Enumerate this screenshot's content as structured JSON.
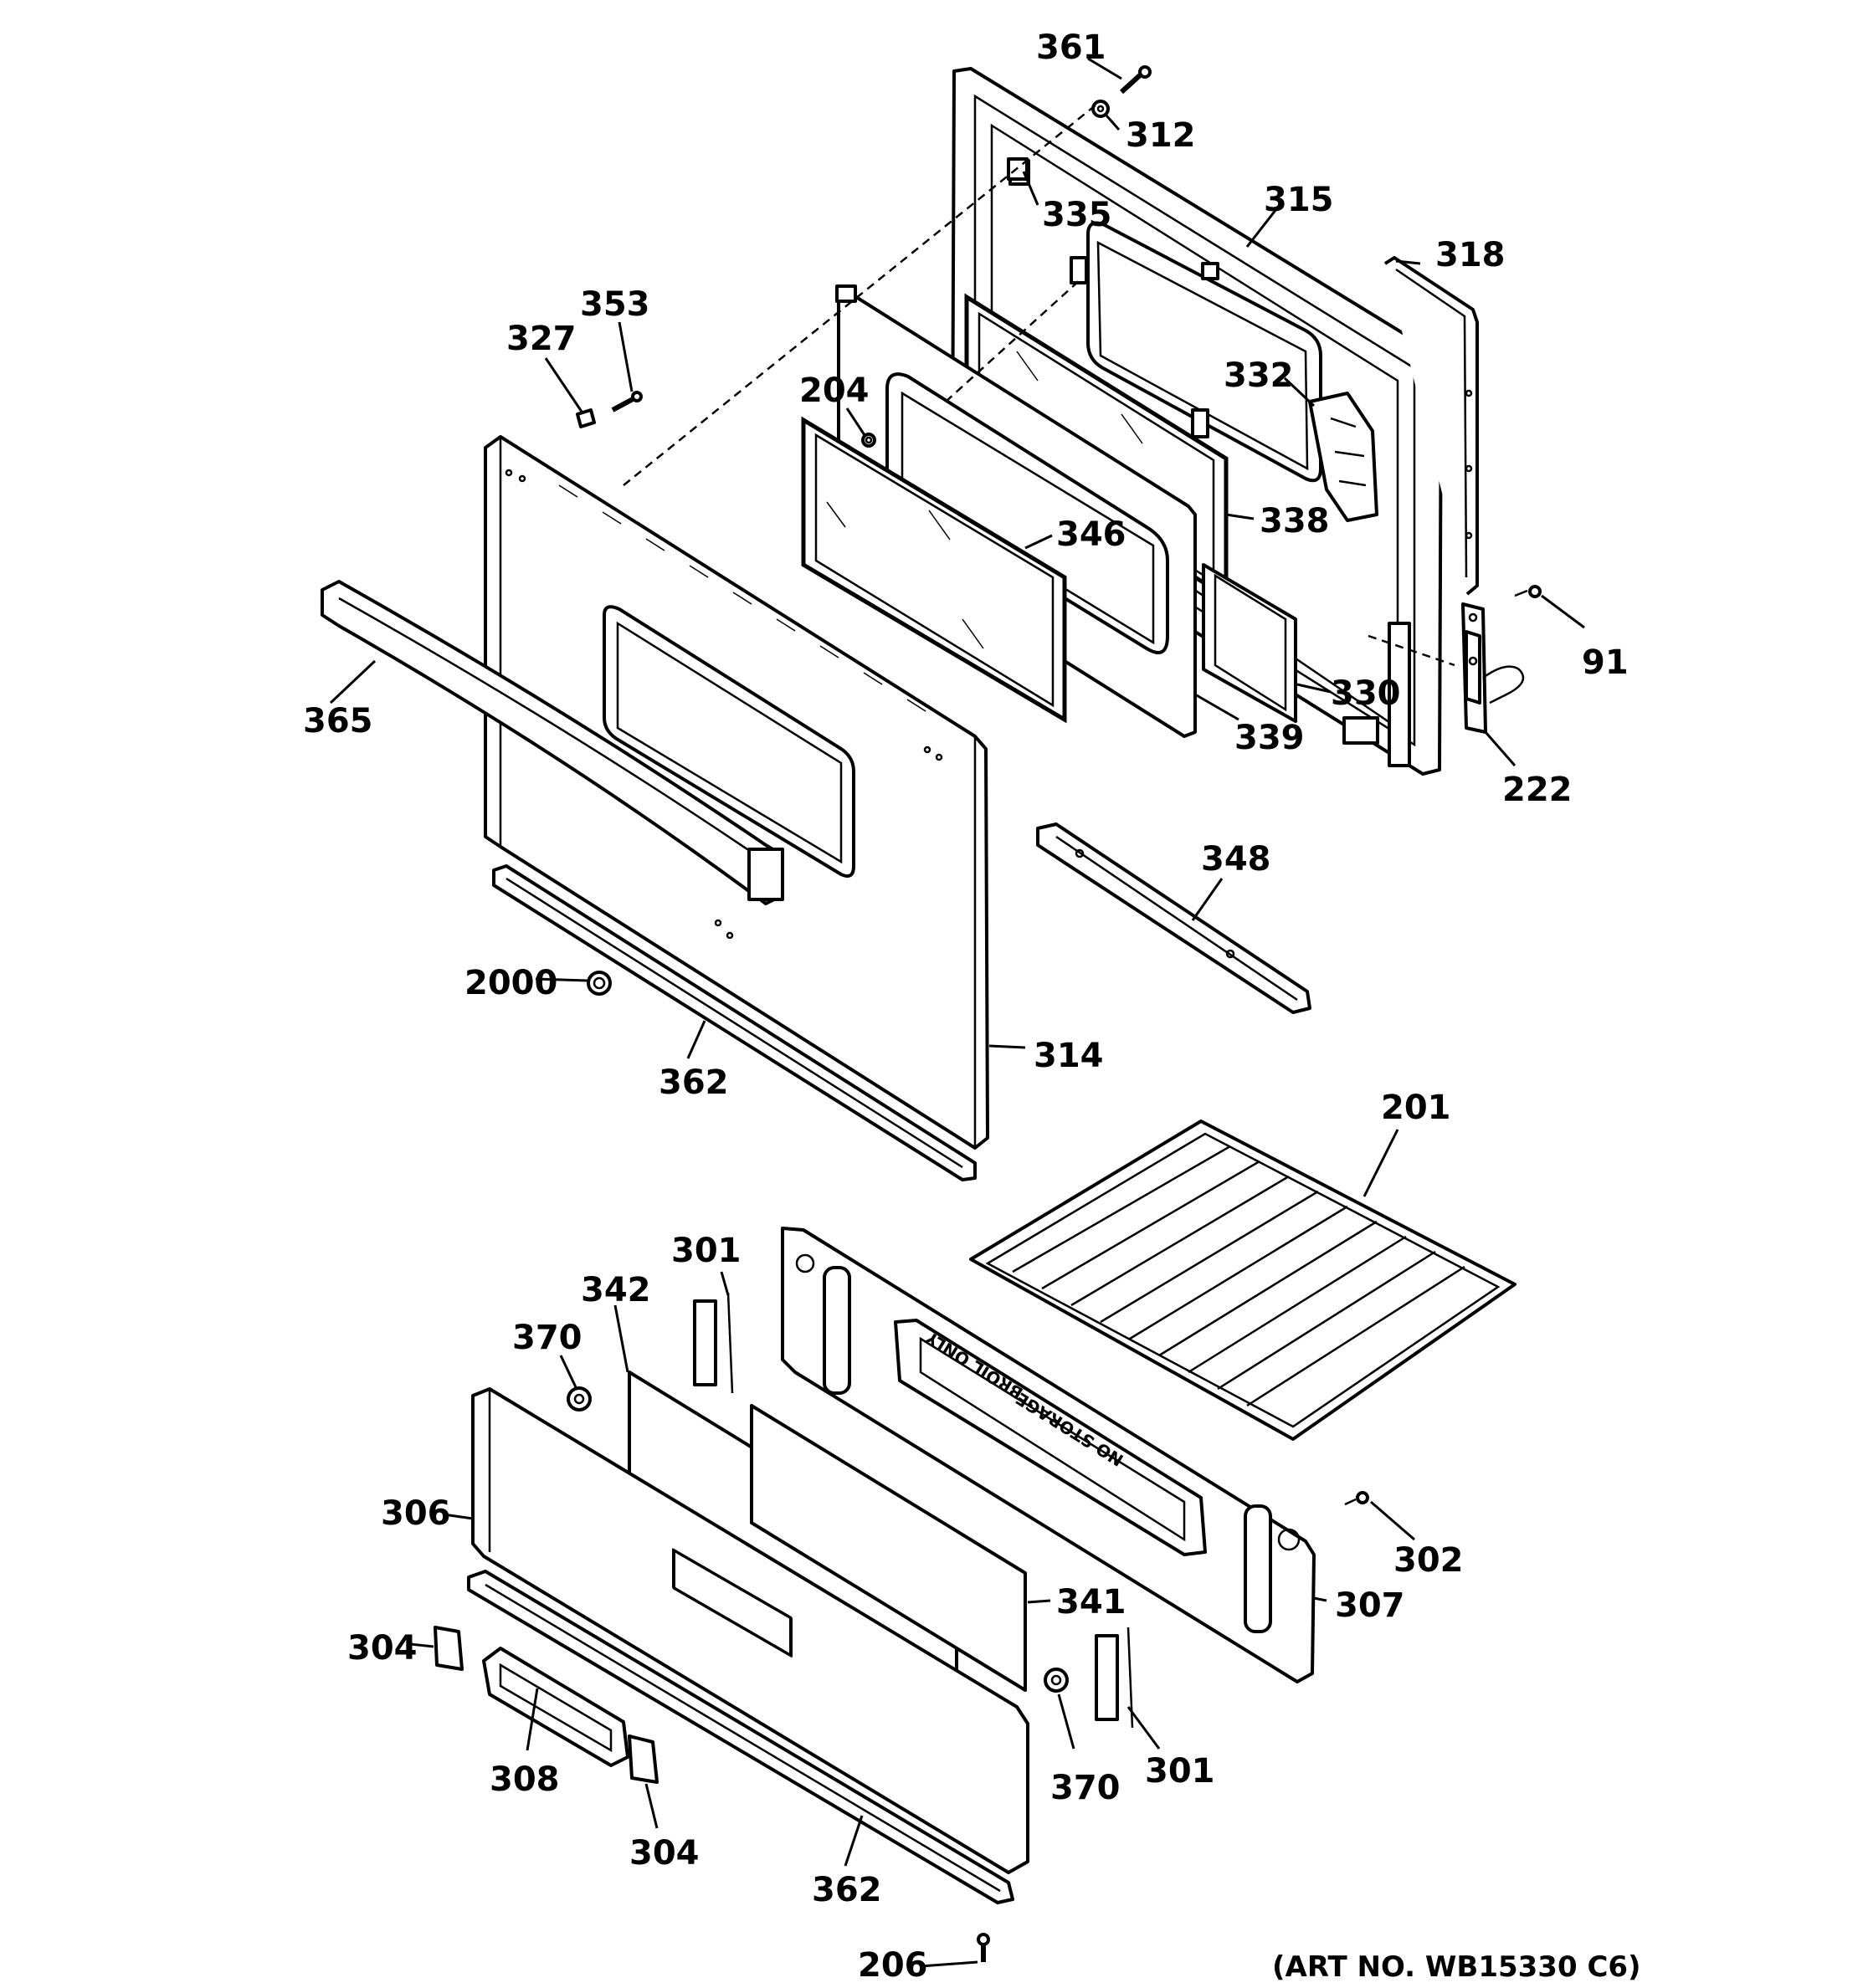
{
  "callouts": {
    "c361": "361",
    "c312": "312",
    "c335": "335",
    "c315": "315",
    "c318": "318",
    "c353": "353",
    "c327": "327",
    "c332": "332",
    "c204": "204",
    "c338": "338",
    "c346": "346",
    "c91": "91",
    "c365": "365",
    "c330": "330",
    "c339": "339",
    "c222": "222",
    "c348": "348",
    "c2000": "2000",
    "c314": "314",
    "c362a": "362",
    "c201": "201",
    "c301a": "301",
    "c342": "342",
    "c370a": "370",
    "c306": "306",
    "c302": "302",
    "c341": "341",
    "c307": "307",
    "c304a": "304",
    "c308": "308",
    "c370b": "370",
    "c301b": "301",
    "c304b": "304",
    "c362b": "362",
    "c206": "206"
  },
  "drawer_stamp": {
    "left": "BROIL ONLY",
    "right": "NO STORAGE"
  },
  "art_number": "(ART NO. WB15330 C6)"
}
